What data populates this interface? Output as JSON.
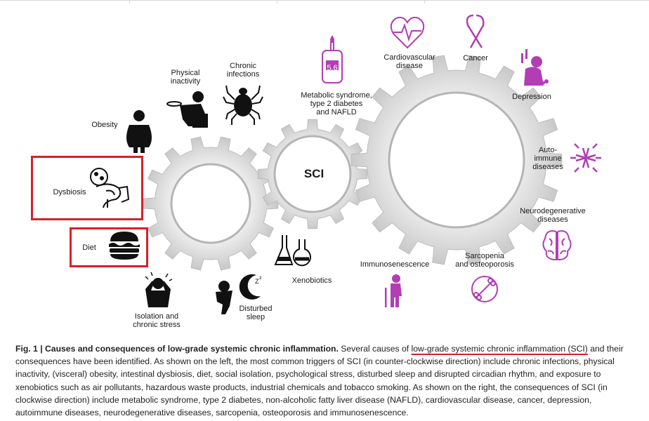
{
  "figure": {
    "center_label": "SCI",
    "causes": {
      "physical_inactivity": "Physical\ninactivity",
      "chronic_infections": "Chronic\ninfections",
      "obesity": "Obesity",
      "dysbiosis": "Dysbiosis",
      "diet": "Diet",
      "isolation": "Isolation and\nchronic stress",
      "disturbed_sleep": "Disturbed\nsleep",
      "xenobiotics": "Xenobiotics"
    },
    "consequences": {
      "metabolic": "Metabolic syndrome,\ntype 2 diabetes\nand NAFLD",
      "glucometer_reading": "5.6",
      "cardiovascular": "Cardiovascular\ndisease",
      "cancer": "Cancer",
      "depression": "Depression",
      "autoimmune": "Auto-\nimmune\ndiseases",
      "neurodegenerative": "Neurodegenerative\ndiseases",
      "sarcopenia": "Sarcopenia\nand osteoporosis",
      "immunosenescence": "Immunosenescence"
    },
    "colors": {
      "cause_icons": "#111111",
      "consequence_icons": "#b23db5",
      "gear_fill": "#dadada",
      "highlight": "#d6202a"
    }
  },
  "caption": {
    "fig_label": "Fig. 1 | Causes and consequences of low-grade systemic chronic inflammation.",
    "text_1": " Several causes of ",
    "highlight": "low-grade systemic chronic inflammation (SCI)",
    "text_2": " and their consequences have been identified. As shown on the left, the most common triggers of SCI (in counter-clockwise direction) include chronic infections, physical inactivity, (visceral) obesity, intestinal dysbiosis, diet, social isolation, psychological stress, disturbed sleep and disrupted circadian rhythm, and exposure to xenobiotics such as air pollutants, hazardous waste products, industrial chemicals and tobacco smoking. As shown on the right, the consequences of SCI (in clockwise direction) include metabolic syndrome, type 2 diabetes, non-alcoholic fatty liver disease (NAFLD), cardiovascular disease, cancer, depression, autoimmune diseases, neurodegenerative diseases, sarcopenia, osteoporosis and immunosenescence."
  }
}
